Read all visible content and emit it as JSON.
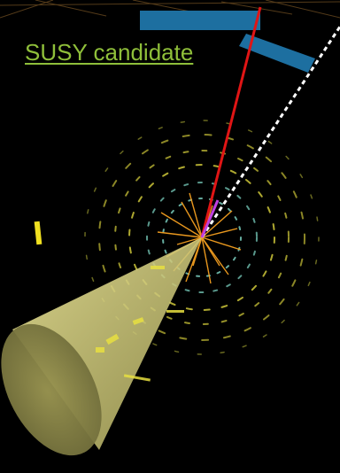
{
  "title_link": "SUSY candidate",
  "colors": {
    "background": "#000000",
    "title": "#8fbf3a",
    "jet_cone": "#d9d57a",
    "muon_track": "#e01515",
    "missing_energy": "#ffffff",
    "calorimeter_block": "#1d6fa0",
    "tracks": "#f5a020",
    "electron": "#c040e0",
    "hits_yellow": "#e8e040",
    "hits_cyan": "#7fd8c8"
  },
  "icons": [
    "particle-jet-cone",
    "muon-track",
    "missing-energy-line",
    "calorimeter-deposits",
    "detector-hit-rings"
  ]
}
